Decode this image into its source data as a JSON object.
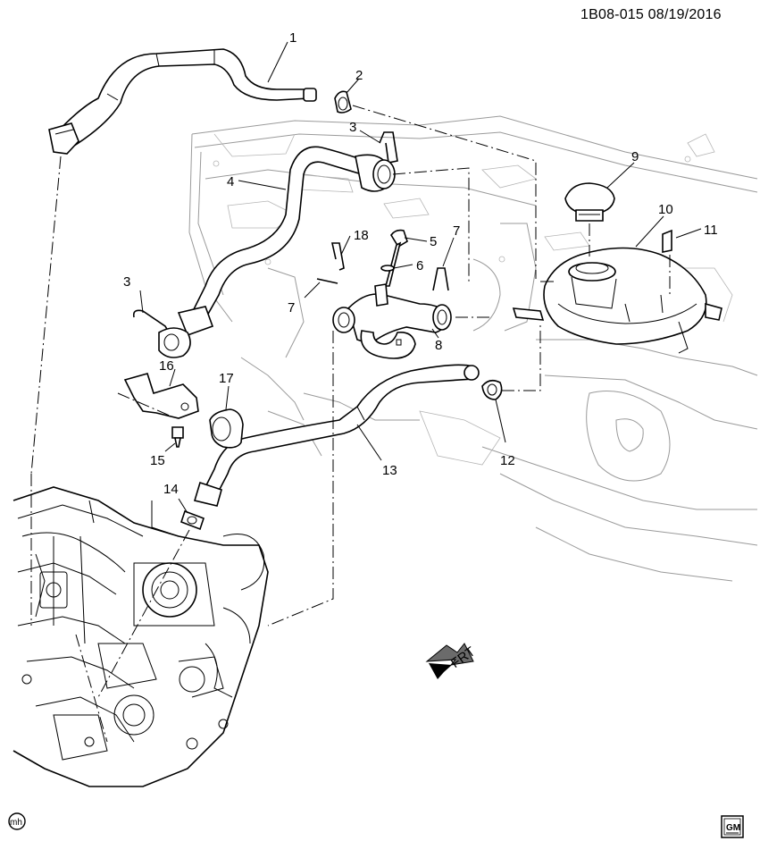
{
  "diagram_code": "1B08-015  08/19/2016",
  "callouts": [
    "1",
    "2",
    "3",
    "3",
    "4",
    "5",
    "6",
    "7",
    "7",
    "8",
    "9",
    "10",
    "11",
    "12",
    "13",
    "14",
    "15",
    "16",
    "17",
    "18"
  ],
  "direction_label": "FRT",
  "logo_left": "mh",
  "logo_right": "GM"
}
